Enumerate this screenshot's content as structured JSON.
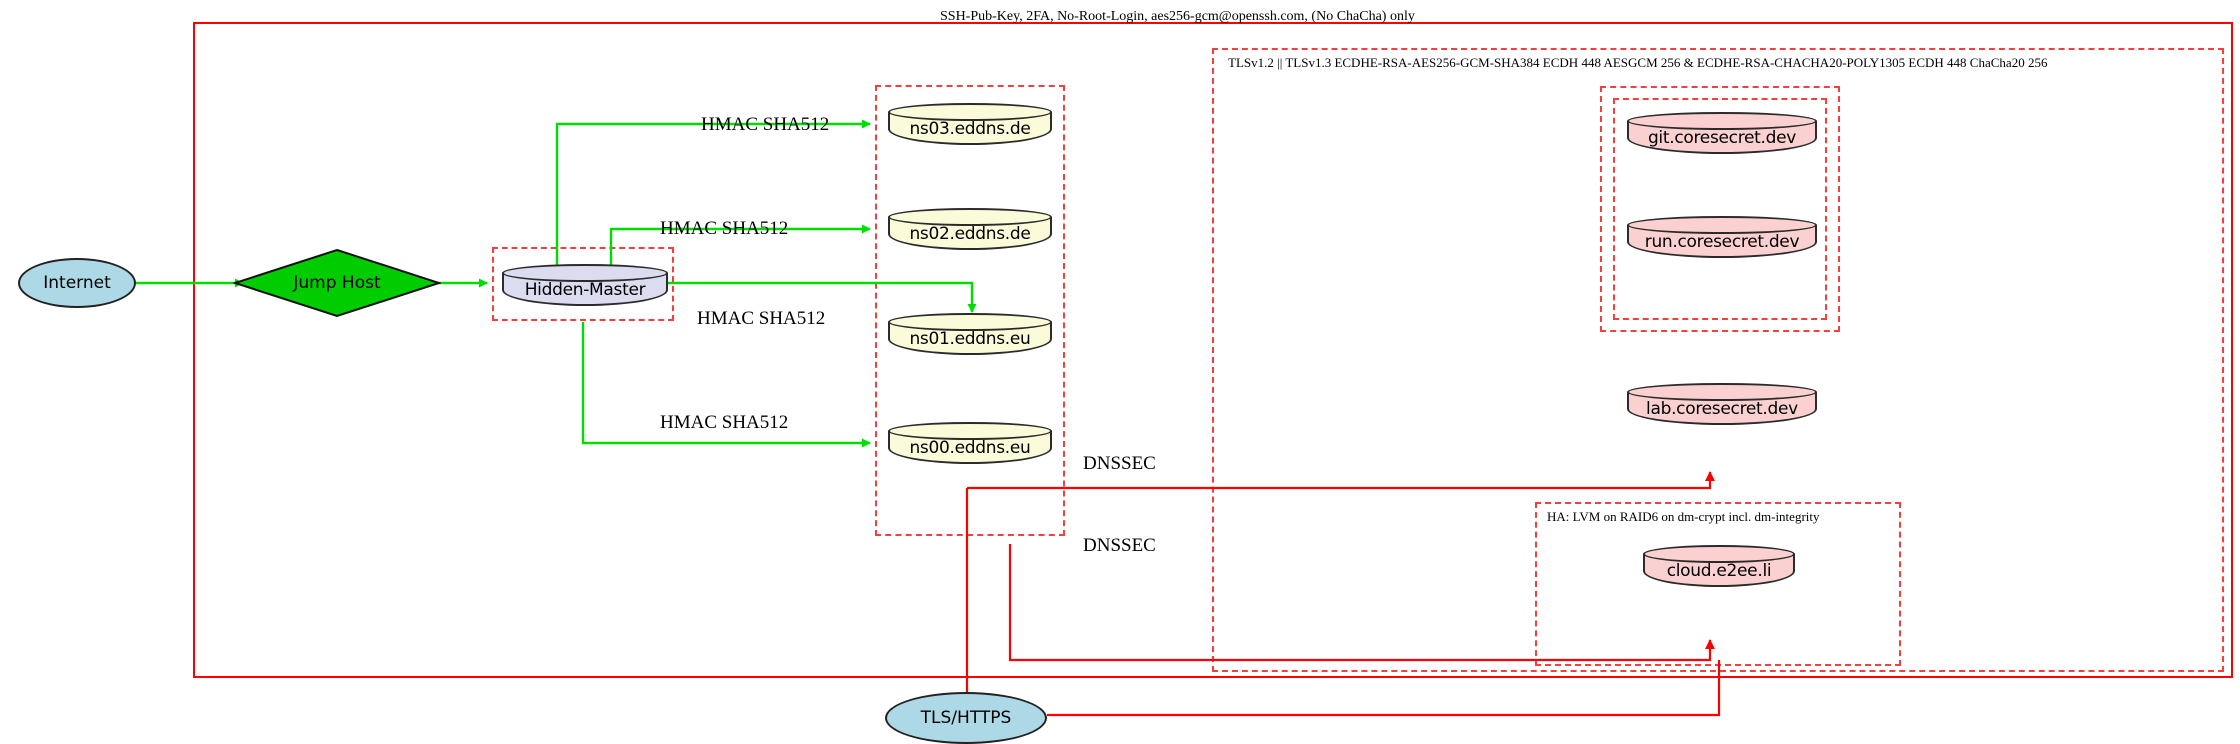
{
  "diagram": {
    "title": "Infrastructure security topology",
    "colors": {
      "green_edge": "#00dd00",
      "red_edge": "#ff0000",
      "cluster_dashed": "#f2413d",
      "cluster_solid": "#ff0000",
      "node_beige": "#fbfbda",
      "node_lavender": "#dcdcf0",
      "node_pink": "#fbd0d0",
      "node_blue": "#add8e6",
      "node_green": "#00cc00"
    }
  },
  "clusters": [
    {
      "id": "ssh-zone",
      "label": "SSH-Pub-Key, 2FA, No-Root-Login, aes256-gcm@openssh.com, (No ChaCha) only",
      "style": "solid"
    },
    {
      "id": "tls-zone",
      "label": "TLSv1.2 || TLSv1.3 ECDHE-RSA-AES256-GCM-SHA384 ECDH 448 AESGCM 256 & ECDHE-RSA-CHACHA20-POLY1305 ECDH 448 ChaCha20 256",
      "style": "dashed"
    },
    {
      "id": "ha-zone",
      "label": "HA: LVM on RAID6 on dm-crypt incl. dm-integrity",
      "style": "dashed"
    },
    {
      "id": "hidden-master-zone",
      "label": "",
      "style": "dashed"
    },
    {
      "id": "dns-zone",
      "label": "",
      "style": "dashed"
    },
    {
      "id": "coresecret-zone-outer",
      "label": "",
      "style": "dashed"
    },
    {
      "id": "coresecret-zone-inner",
      "label": "",
      "style": "dashed"
    }
  ],
  "nodes": {
    "internet": {
      "label": "Internet",
      "shape": "ellipse",
      "color": "#add8e6"
    },
    "jump_host": {
      "label": "Jump Host",
      "shape": "diamond",
      "color": "#00cc00"
    },
    "hidden_master": {
      "label": "Hidden-Master",
      "shape": "cylinder",
      "color": "#dcdcf0"
    },
    "ns03": {
      "label": "ns03.eddns.de",
      "shape": "cylinder",
      "color": "#fbfbda"
    },
    "ns02": {
      "label": "ns02.eddns.de",
      "shape": "cylinder",
      "color": "#fbfbda"
    },
    "ns01": {
      "label": "ns01.eddns.eu",
      "shape": "cylinder",
      "color": "#fbfbda"
    },
    "ns00": {
      "label": "ns00.eddns.eu",
      "shape": "cylinder",
      "color": "#fbfbda"
    },
    "git": {
      "label": "git.coresecret.dev",
      "shape": "cylinder",
      "color": "#fbd0d0"
    },
    "run": {
      "label": "run.coresecret.dev",
      "shape": "cylinder",
      "color": "#fbd0d0"
    },
    "lab": {
      "label": "lab.coresecret.dev",
      "shape": "cylinder",
      "color": "#fbd0d0"
    },
    "cloud": {
      "label": "cloud.e2ee.li",
      "shape": "cylinder",
      "color": "#fbd0d0"
    },
    "tls_https": {
      "label": "TLS/HTTPS",
      "shape": "ellipse",
      "color": "#add8e6"
    }
  },
  "edge_labels": {
    "hmac_ns03": "HMAC SHA512",
    "hmac_ns02": "HMAC SHA512",
    "hmac_ns01": "HMAC SHA512",
    "hmac_ns00": "HMAC SHA512",
    "dnssec_1": "DNSSEC",
    "dnssec_2": "DNSSEC"
  }
}
